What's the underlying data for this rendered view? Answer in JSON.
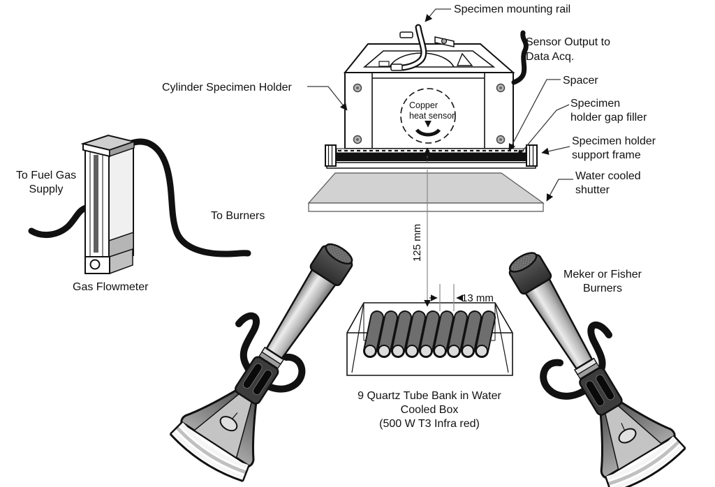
{
  "diagram": {
    "type": "technical-illustration",
    "subject": "radiant heat flux test apparatus",
    "labels": {
      "specimen_mounting_rail": "Specimen mounting rail",
      "sensor_output": [
        "Sensor Output to",
        "Data Acq."
      ],
      "cylinder_specimen_holder": "Cylinder Specimen Holder",
      "copper_heat_sensor": [
        "Copper",
        "heat sensor"
      ],
      "spacer": "Spacer",
      "specimen_holder_gap_filler": [
        "Specimen",
        "holder gap filler"
      ],
      "specimen_holder_support_frame": [
        "Specimen holder",
        "support frame"
      ],
      "water_cooled_shutter": [
        "Water cooled",
        "shutter"
      ],
      "to_fuel_gas_supply": [
        "To Fuel Gas",
        "Supply"
      ],
      "to_burners": "To Burners",
      "gas_flowmeter": "Gas Flowmeter",
      "meker_or_fisher_burners": [
        "Meker or Fisher",
        "Burners"
      ],
      "quartz_tube_bank": [
        "9 Quartz Tube Bank in Water",
        "Cooled Box",
        "(500 W T3 Infra red)"
      ]
    },
    "dimensions": {
      "shutter_to_tubes": "125 mm",
      "tube_spacing": "13 mm"
    },
    "counts": {
      "quartz_tubes": 9
    },
    "colors": {
      "background": "#ffffff",
      "line": "#111111",
      "shutter": "#d2d2d2",
      "tube": "#6e6e6e",
      "tube_end": "#dcdcdc",
      "metal_light": "#e8e8e8",
      "metal_dark": "#3a3a3a",
      "hose": "#111111",
      "screw": "#b8b8b8"
    }
  }
}
